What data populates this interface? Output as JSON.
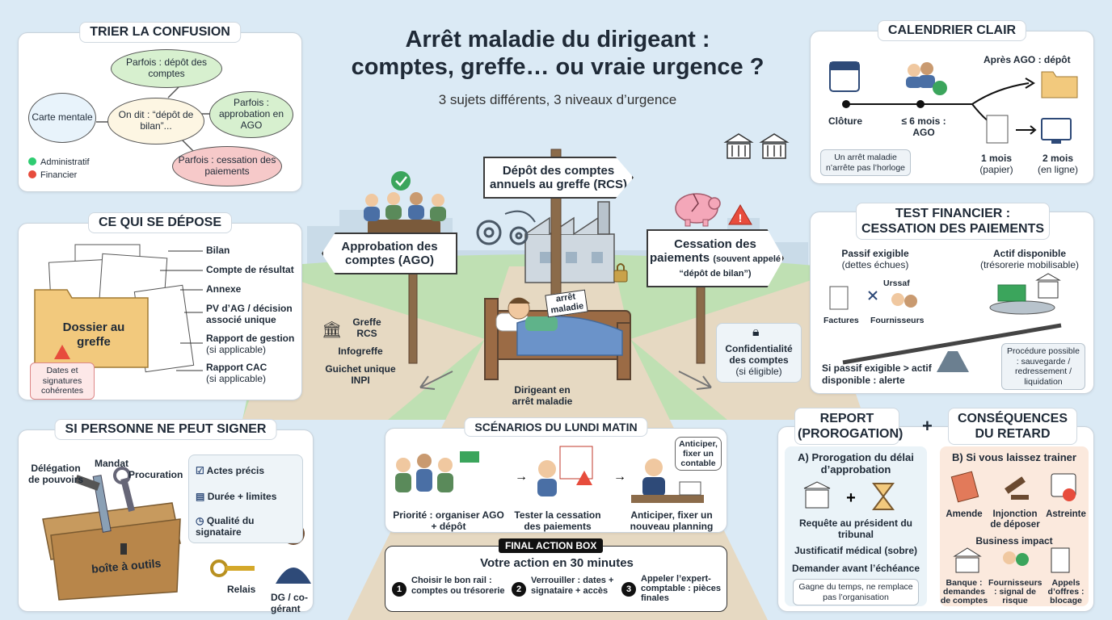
{
  "title": {
    "line1": "Arrêt maladie du dirigeant :",
    "line2": "comptes, greffe… ou vraie urgence ?",
    "subtitle": "3 sujets différents, 3 niveaux d’urgence"
  },
  "trier": {
    "heading": "TRIER LA CONFUSION",
    "carte": "Carte mentale",
    "center": "On dit : “dépôt de bilan”...",
    "b1": "Parfois : dépôt des comptes",
    "b2": "Parfois : approbation en AGO",
    "b3": "Parfois : cessation des paiements",
    "legend_admin": "Administratif",
    "legend_fin": "Financier",
    "color_admin": "#2ecc71",
    "color_fin": "#e74c3c"
  },
  "depose": {
    "heading": "CE QUI SE DÉPOSE",
    "folder": "Dossier au greffe",
    "warning": "Dates et signatures cohérentes",
    "items": [
      "Bilan",
      "Compte de résultat",
      "Annexe",
      "PV d’AG / décision associé unique",
      "Rapport de gestion",
      "Rapport CAC"
    ],
    "applicable": "(si applicable)"
  },
  "signer": {
    "heading": "SI PERSONNE NE PEUT SIGNER",
    "delegation": "Délégation de pouvoirs",
    "mandat": "Mandat",
    "procuration": "Procuration",
    "toolbox": "boîte à outils",
    "relais": "Relais",
    "dg": "DG / co-gérant",
    "checks": [
      "Actes précis",
      "Durée + limites",
      "Qualité du signataire"
    ]
  },
  "center": {
    "sign_depot": "Dépôt des comptes annuels au greffe (RCS)",
    "sign_ago": "Approbation des comptes (AGO)",
    "sign_cess_a": "Cessation des",
    "sign_cess_b": "paiements",
    "sign_cess_c": "(souvent appelé “dépôt de bilan”)",
    "arret": "arrêt maladie",
    "dirigeant": "Dirigeant en arrêt maladie",
    "greffe": "Greffe RCS",
    "infogreffe": "Infogreffe",
    "guichet": "Guichet unique INPI",
    "confid": "Confidentialité des comptes",
    "eligible": "(si éligible)"
  },
  "scenarios": {
    "heading": "SCÉNARIOS DU LUNDI MATIN",
    "s1": "Priorité : organiser AGO + dépôt",
    "s2": "Tester la cessation des paiements",
    "s3": "Anticiper, fixer un nouveau planning",
    "bubble": "Anticiper, fixer un contable"
  },
  "final": {
    "tag": "FINAL ACTION BOX",
    "heading": "Votre action en 30 minutes",
    "a1": "Choisir le bon rail : comptes ou trésorerie",
    "a2": "Verrouiller : dates + signataire + accès",
    "a3": "Appeler l’expert-comptable : pièces finales",
    "n1": "1",
    "n2": "2",
    "n3": "3"
  },
  "calendrier": {
    "heading": "CALENDRIER CLAIR",
    "apres": "Après AGO : dépôt",
    "cloture": "Clôture",
    "six": "≤ 6 mois : AGO",
    "note": "Un arrêt maladie n’arrête pas l’horloge",
    "m1": "1 mois",
    "m1s": "(papier)",
    "m2": "2 mois",
    "m2s": "(en ligne)"
  },
  "test": {
    "heading_a": "TEST FINANCIER :",
    "heading_b": "CESSATION DES PAIEMENTS",
    "passif": "Passif exigible",
    "passif_s": "(dettes échues)",
    "actif": "Actif disponible",
    "actif_s": "(trésorerie mobilisable)",
    "urssaf": "Urssaf",
    "factures": "Factures",
    "fournisseurs": "Fournisseurs",
    "alerte": "Si passif exigible > actif disponible : alerte",
    "procedure": "Procédure possible : sauvegarde / redressement / liquidation"
  },
  "report": {
    "h1": "REPORT (PROROGATION)",
    "plus": "+",
    "h2": "CONSÉQUENCES DU RETARD",
    "a_title": "A) Prorogation du délai d’approbation",
    "a_req": "Requête au président du tribunal",
    "a_just": "Justificatif médical (sobre)",
    "a_dem": "Demander avant l’échéance",
    "a_note": "Gagne du temps, ne remplace pas l’organisation",
    "b_title": "B) Si vous laissez trainer",
    "amende": "Amende",
    "injonction": "Injonction de déposer",
    "astreinte": "Astreinte",
    "impact": "Business impact",
    "banque": "Banque : demandes de comptes",
    "fourn": "Fournisseurs : signal de risque",
    "appels": "Appels d’offres : blocage"
  }
}
